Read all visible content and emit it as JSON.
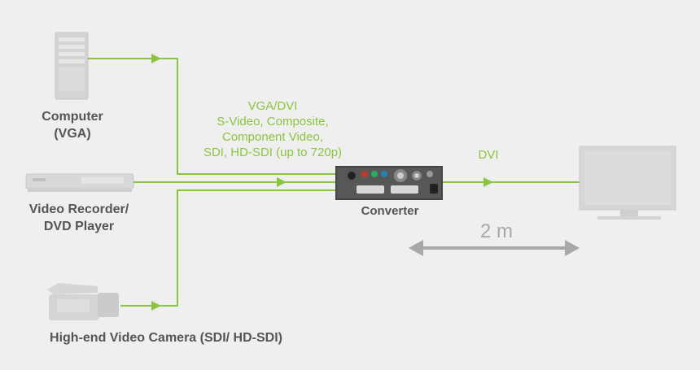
{
  "sources": {
    "computer": {
      "line1": "Computer",
      "line2": "(VGA)"
    },
    "recorder": {
      "line1": "Video Recorder/",
      "line2": "DVD Player"
    },
    "camera": {
      "label": "High-end Video Camera (SDI/ HD-SDI)"
    }
  },
  "signals": {
    "inputs": [
      "VGA/DVI",
      "S-Video, Composite,",
      "Component Video,",
      "SDI, HD-SDI (up to 720p)"
    ],
    "output": "DVI"
  },
  "converter": {
    "label": "Converter"
  },
  "distance": {
    "label": "2 m"
  },
  "colors": {
    "line": "#8bc53f",
    "label": "#555555",
    "device": "#d2d2d2",
    "distance": "#a8a8a8",
    "background": "#efefef"
  }
}
